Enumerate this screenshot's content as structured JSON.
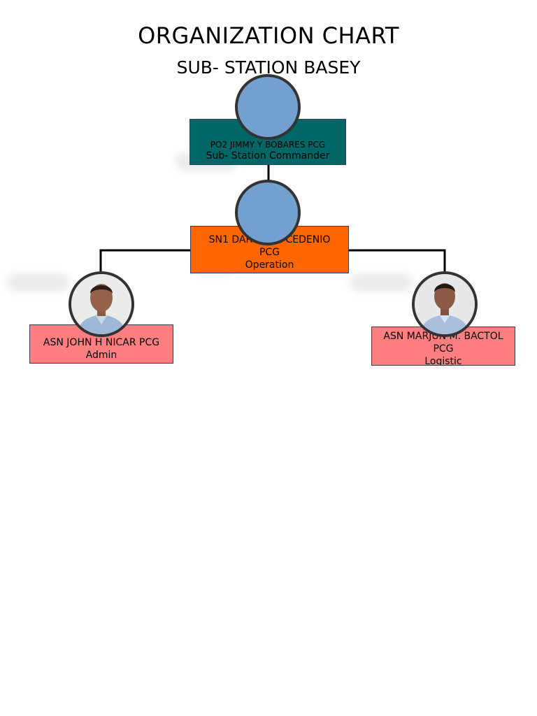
{
  "header": {
    "title": "ORGANIZATION CHART",
    "subtitle": "SUB- STATION BASEY"
  },
  "nodes": {
    "commander": {
      "name": "PO2 JIMMY Y BOBARES PCG",
      "role": "Sub- Station Commander",
      "color": "#006666",
      "photo_icon": "empty-photo-placeholder"
    },
    "operation": {
      "name_line1": "SN1 DARWIN H CEDENIO",
      "name_line2": "PCG",
      "role": "Operation",
      "color": "#ff6600",
      "photo_icon": "empty-photo-placeholder"
    },
    "admin": {
      "name": "ASN JOHN H NICAR PCG",
      "role": "Admin",
      "color": "#ff7f80",
      "photo_icon": "person-photo"
    },
    "logistic": {
      "name_line1": "ASN MARJUN M. BACTOL",
      "name_line2": "PCG",
      "role": "Logistic",
      "color": "#ff7f80",
      "photo_icon": "person-photo"
    }
  },
  "colors": {
    "placeholder_circle": "#74a0d0",
    "circle_border": "#333333",
    "connector": "#000000"
  }
}
